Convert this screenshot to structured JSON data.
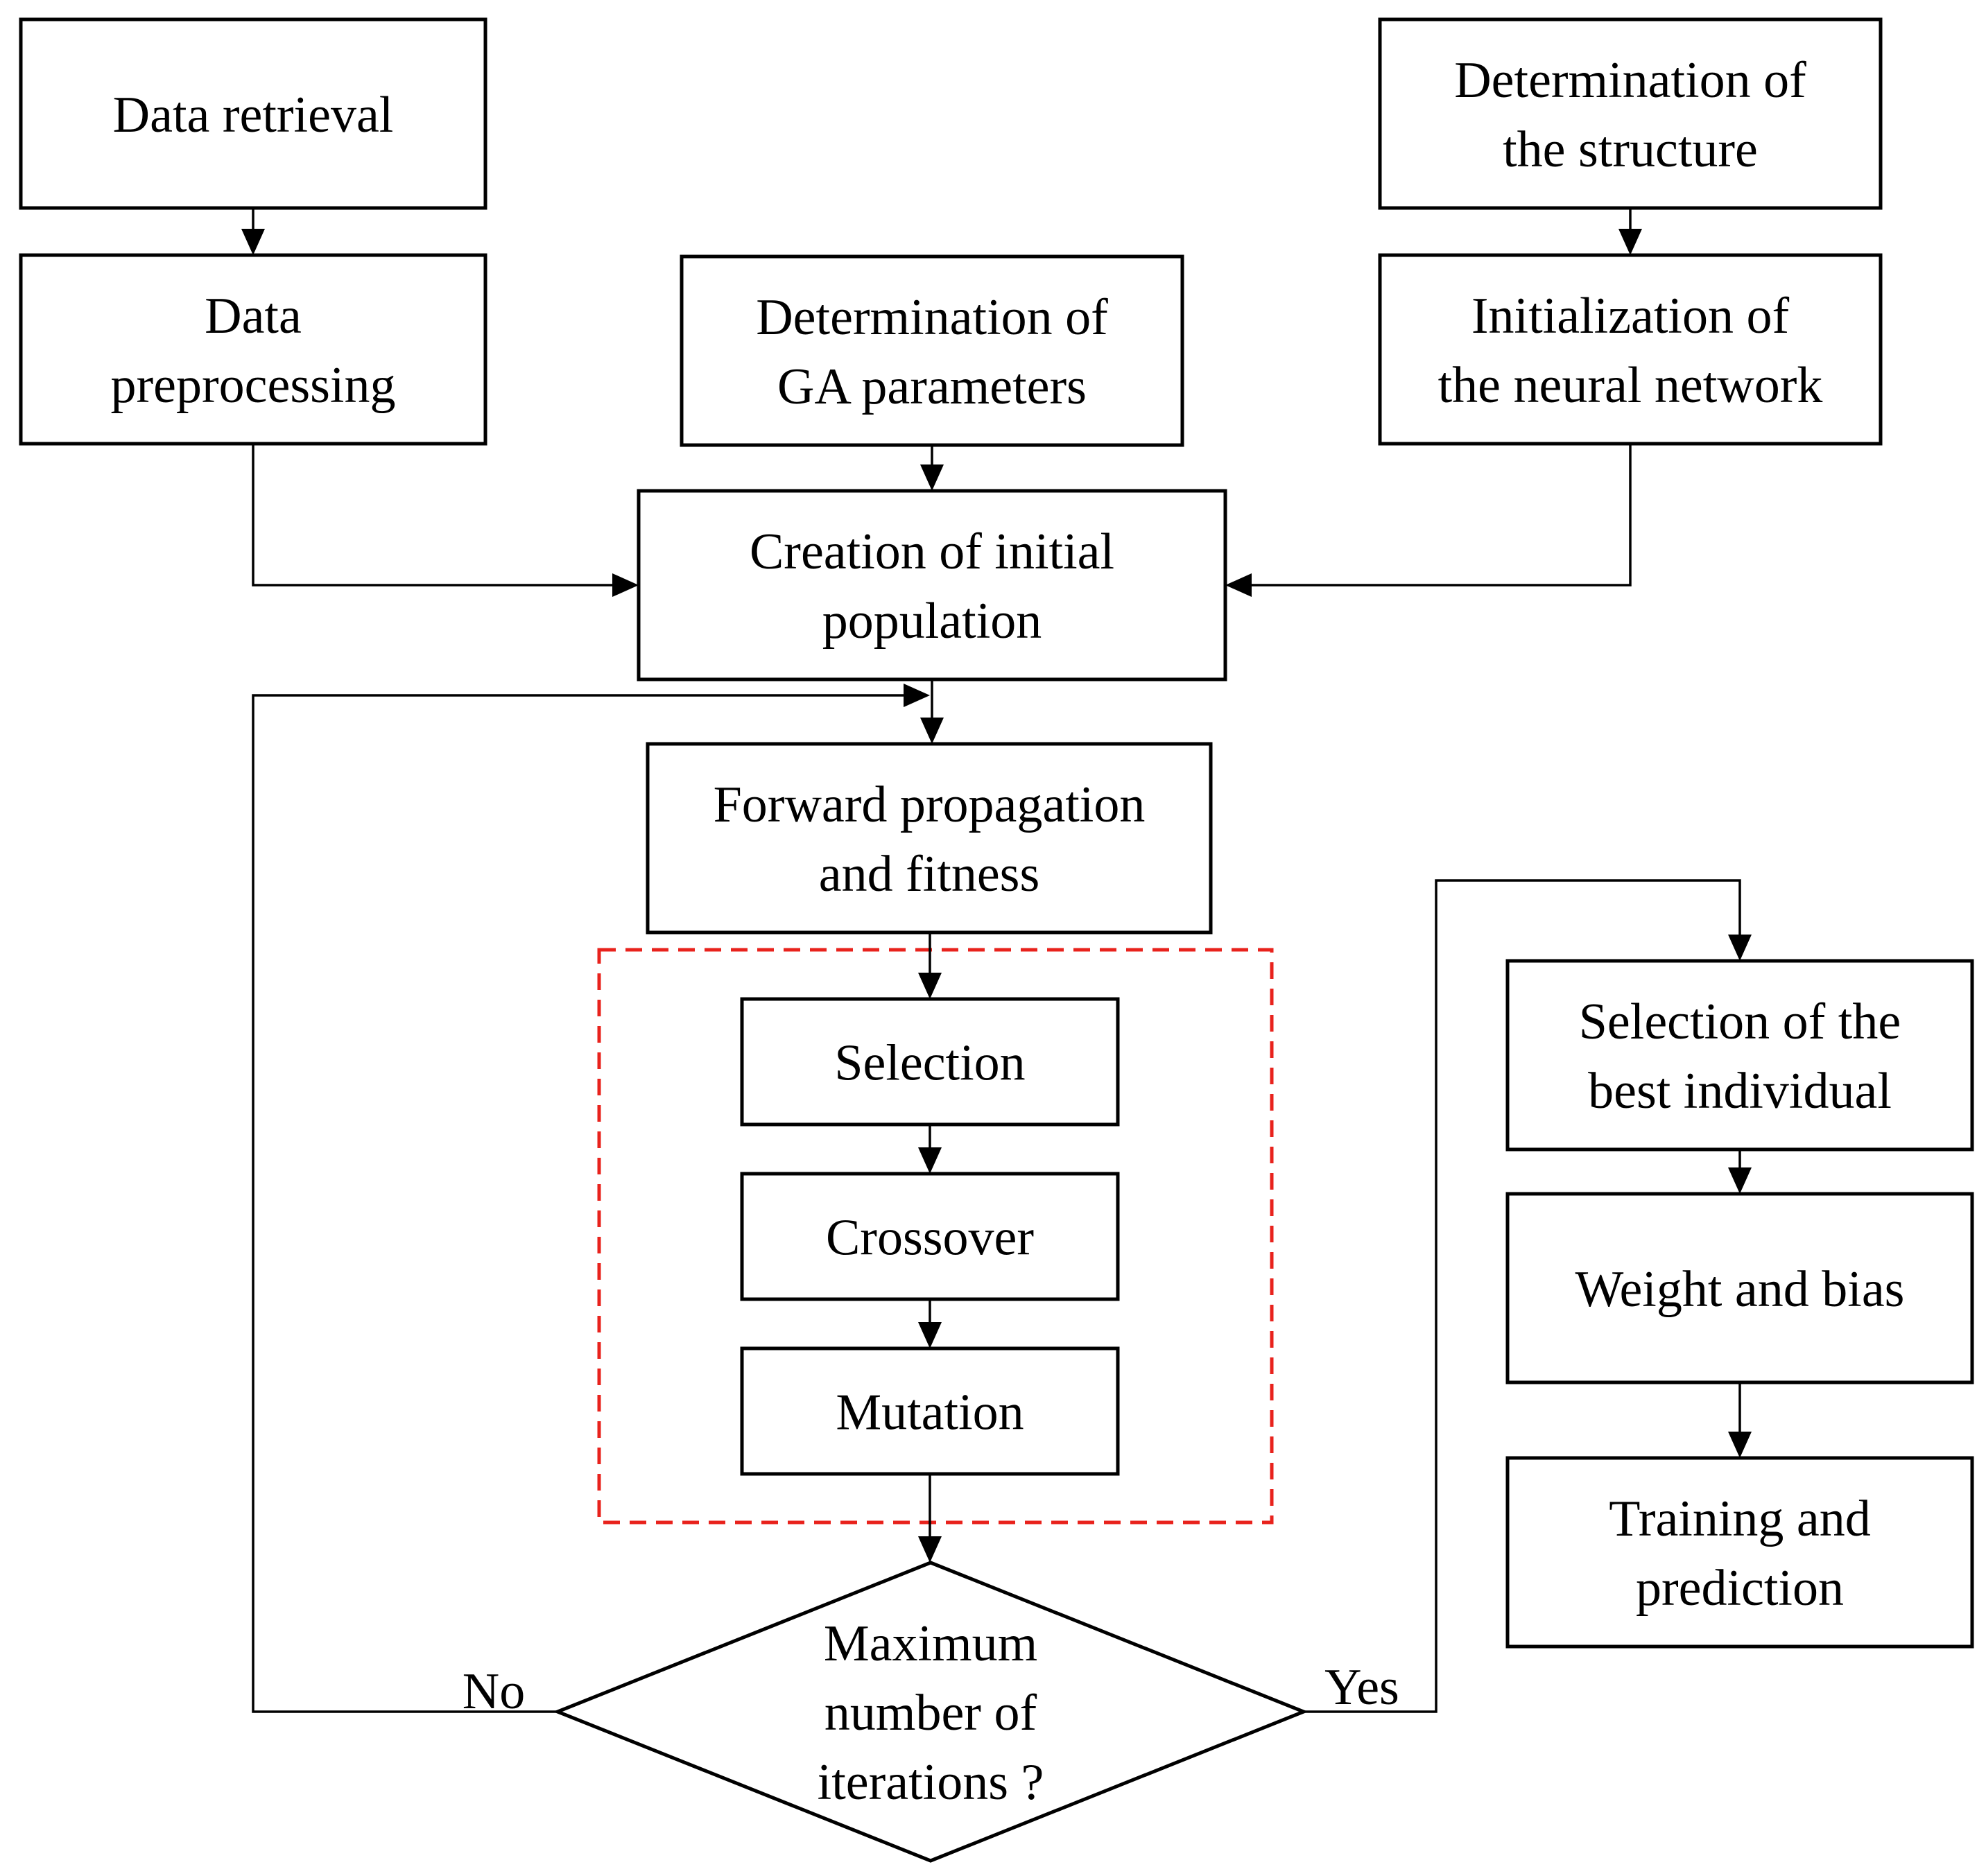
{
  "diagram": {
    "type": "flowchart",
    "nodes": [
      {
        "id": "data_retrieval",
        "lines": [
          "Data retrieval"
        ]
      },
      {
        "id": "data_preprocessing",
        "lines": [
          "Data",
          "preprocessing"
        ]
      },
      {
        "id": "ga_parameters",
        "lines": [
          "Determination of",
          "GA parameters"
        ]
      },
      {
        "id": "structure",
        "lines": [
          "Determination of",
          "the structure"
        ]
      },
      {
        "id": "init_network",
        "lines": [
          "Initialization of",
          "the neural network"
        ]
      },
      {
        "id": "initial_population",
        "lines": [
          "Creation of initial",
          "population"
        ]
      },
      {
        "id": "forward_propagation",
        "lines": [
          "Forward propagation",
          "and fitness"
        ]
      },
      {
        "id": "selection",
        "lines": [
          "Selection"
        ]
      },
      {
        "id": "crossover",
        "lines": [
          "Crossover"
        ]
      },
      {
        "id": "mutation",
        "lines": [
          "Mutation"
        ]
      },
      {
        "id": "max_iterations",
        "shape": "diamond",
        "lines": [
          "Maximum",
          "number of",
          "iterations ?"
        ]
      },
      {
        "id": "best_individual",
        "lines": [
          "Selection of the",
          "best individual"
        ]
      },
      {
        "id": "weight_bias",
        "lines": [
          "Weight and bias"
        ]
      },
      {
        "id": "training_prediction",
        "lines": [
          "Training and",
          "prediction"
        ]
      }
    ],
    "edges": [
      {
        "from": "data_retrieval",
        "to": "data_preprocessing"
      },
      {
        "from": "structure",
        "to": "init_network"
      },
      {
        "from": "ga_parameters",
        "to": "initial_population"
      },
      {
        "from": "data_preprocessing",
        "to": "initial_population"
      },
      {
        "from": "init_network",
        "to": "initial_population"
      },
      {
        "from": "initial_population",
        "to": "forward_propagation"
      },
      {
        "from": "forward_propagation",
        "to": "selection"
      },
      {
        "from": "selection",
        "to": "crossover"
      },
      {
        "from": "crossover",
        "to": "mutation"
      },
      {
        "from": "mutation",
        "to": "max_iterations"
      },
      {
        "from": "max_iterations",
        "to": "forward_propagation",
        "label": "No"
      },
      {
        "from": "max_iterations",
        "to": "best_individual",
        "label": "Yes"
      },
      {
        "from": "best_individual",
        "to": "weight_bias"
      },
      {
        "from": "weight_bias",
        "to": "training_prediction"
      }
    ],
    "groups": [
      {
        "id": "ga_operators",
        "members": [
          "selection",
          "crossover",
          "mutation"
        ],
        "color": "#e8221c",
        "style": "dashed"
      }
    ]
  }
}
